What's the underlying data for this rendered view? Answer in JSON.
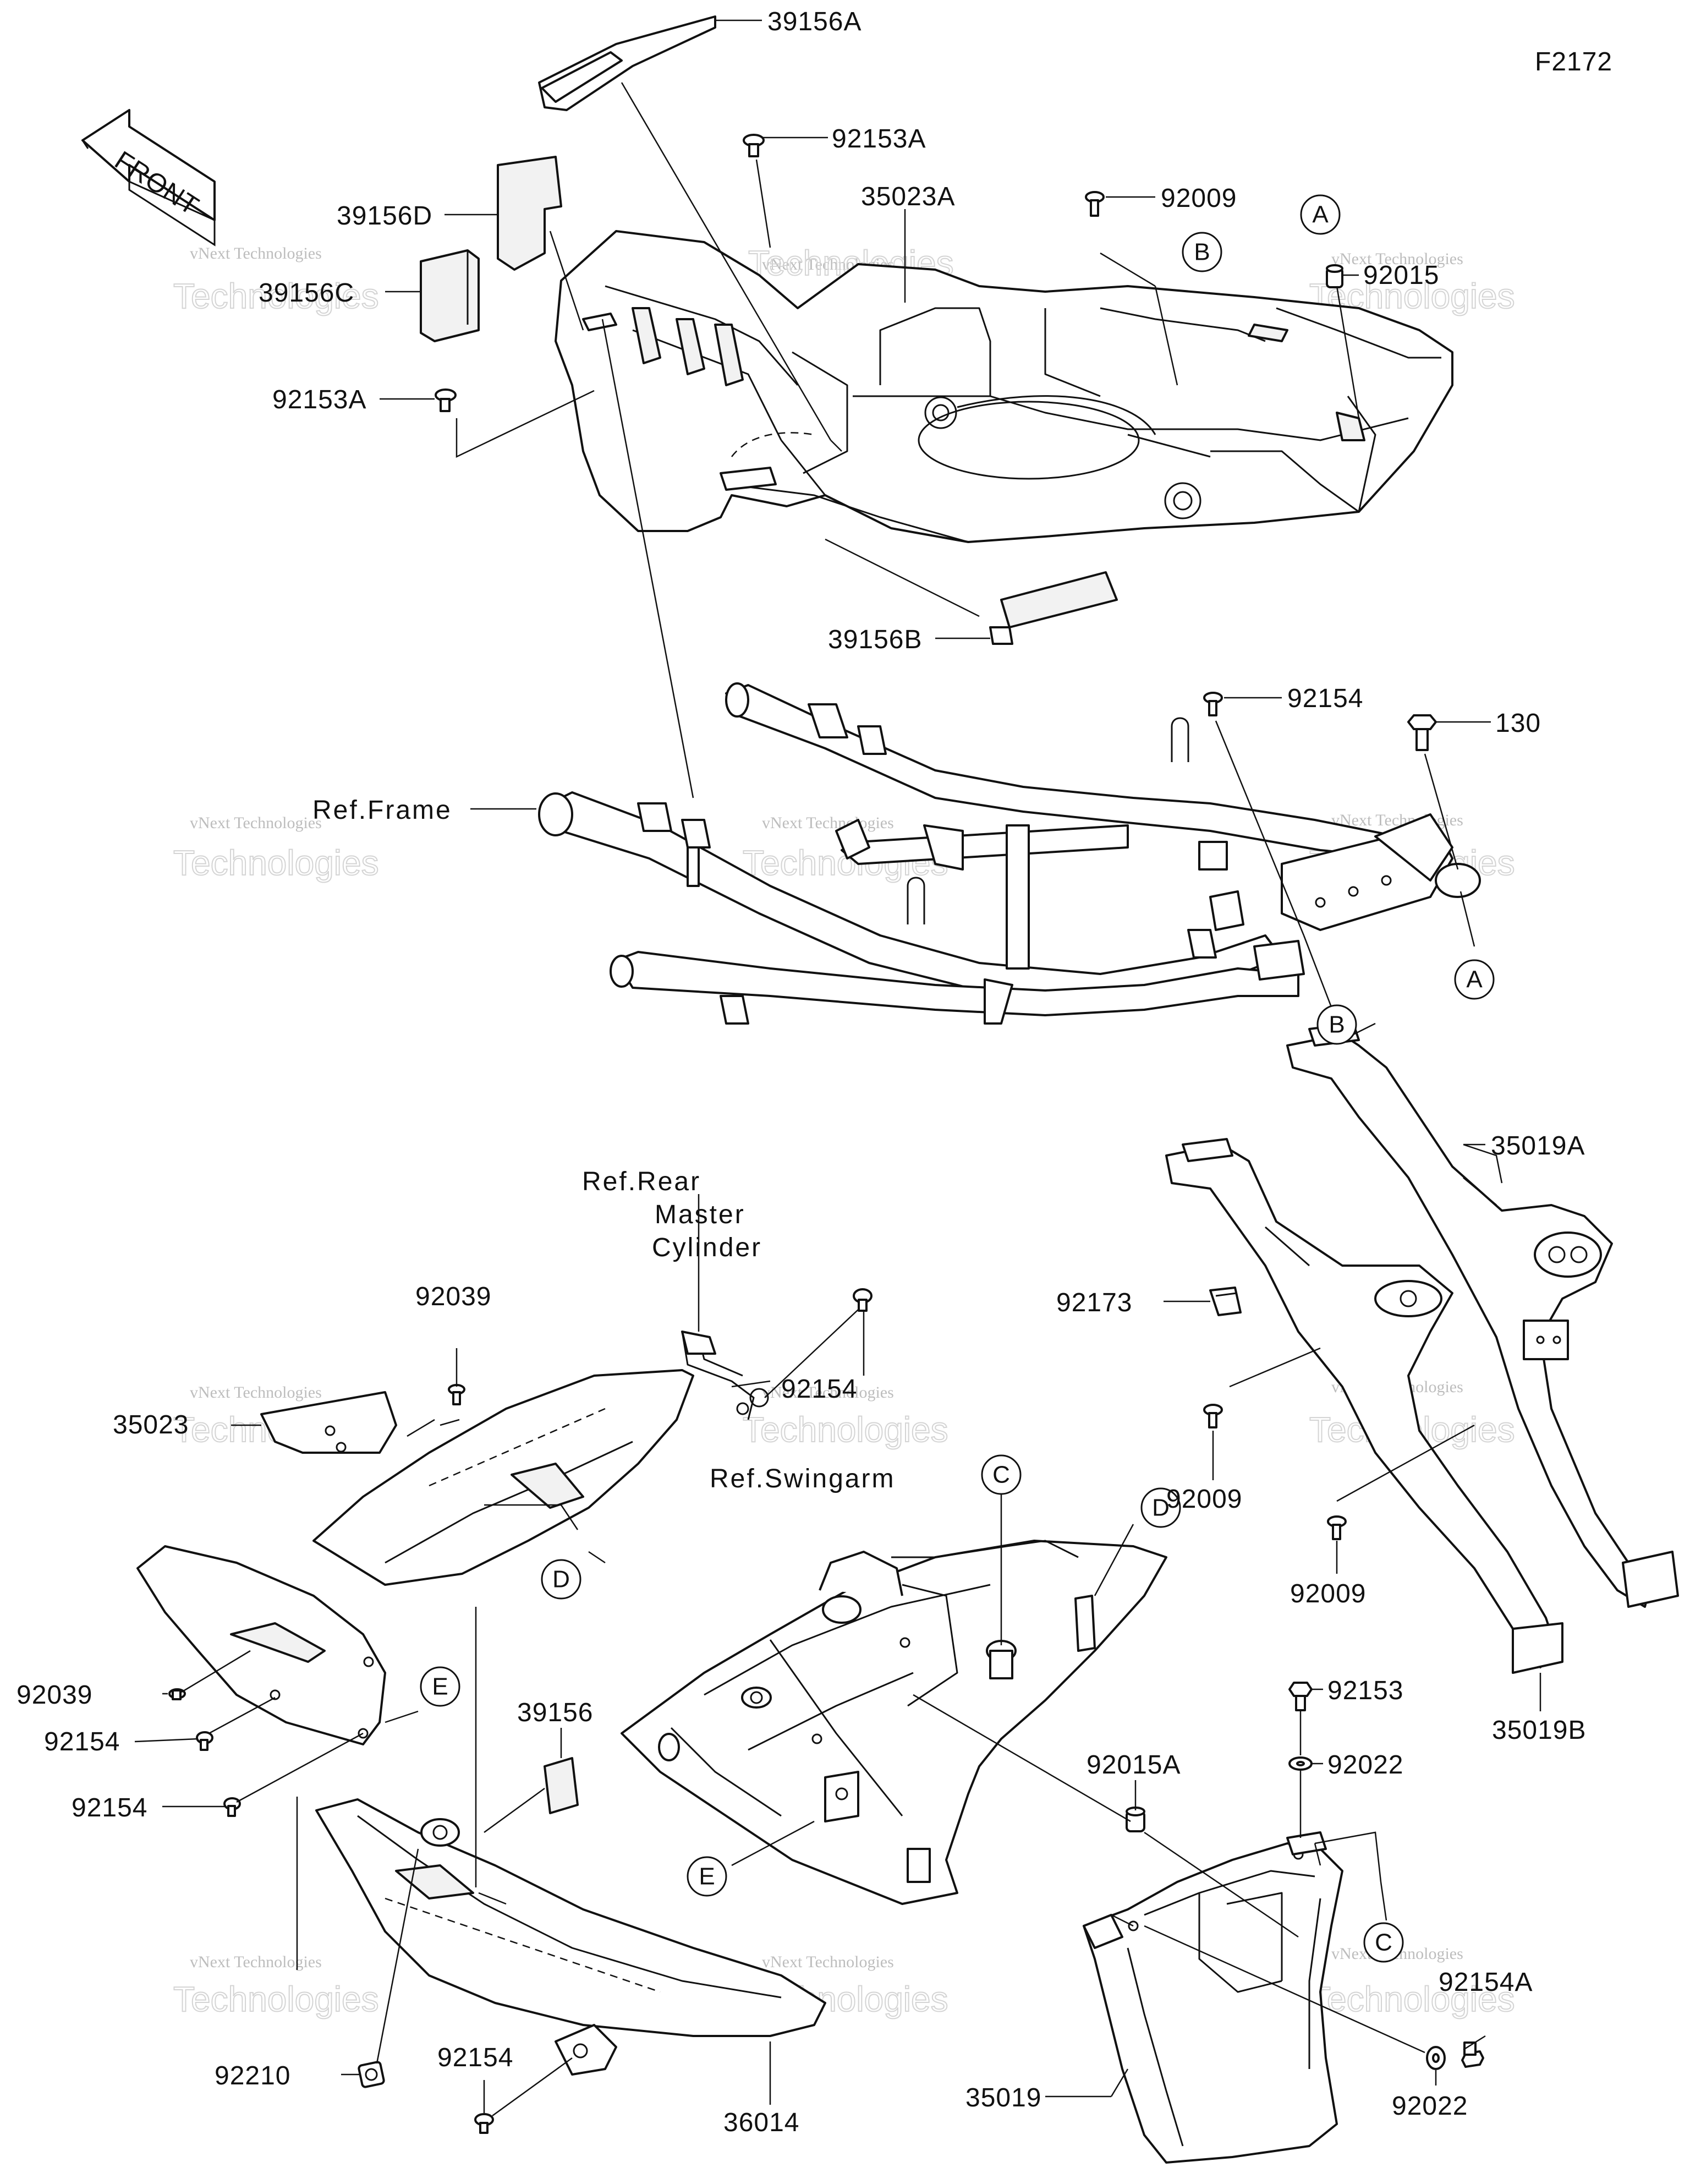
{
  "figure_code": "F2172",
  "front_label": "FRONT",
  "watermark": {
    "line1": "vNext Technologies",
    "line2": "vNext",
    "line3": "Technologies"
  },
  "part_labels": [
    {
      "id": "39156A",
      "text": "39156A"
    },
    {
      "id": "92153A-top",
      "text": "92153A"
    },
    {
      "id": "35023A",
      "text": "35023A"
    },
    {
      "id": "92009-top",
      "text": "92009"
    },
    {
      "id": "92015",
      "text": "92015"
    },
    {
      "id": "39156D",
      "text": "39156D"
    },
    {
      "id": "39156C",
      "text": "39156C"
    },
    {
      "id": "92153A-left",
      "text": "92153A"
    },
    {
      "id": "39156B",
      "text": "39156B"
    },
    {
      "id": "92154-frame",
      "text": "92154"
    },
    {
      "id": "130",
      "text": "130"
    },
    {
      "id": "35019A",
      "text": "35019A"
    },
    {
      "id": "92173",
      "text": "92173"
    },
    {
      "id": "92009-mid",
      "text": "92009"
    },
    {
      "id": "92009-low",
      "text": "92009"
    },
    {
      "id": "35019B",
      "text": "35019B"
    },
    {
      "id": "92039-top",
      "text": "92039"
    },
    {
      "id": "35023",
      "text": "35023"
    },
    {
      "id": "92154-master",
      "text": "92154"
    },
    {
      "id": "92039-left",
      "text": "92039"
    },
    {
      "id": "92154-left1",
      "text": "92154"
    },
    {
      "id": "92154-left2",
      "text": "92154"
    },
    {
      "id": "39156",
      "text": "39156"
    },
    {
      "id": "92015A",
      "text": "92015A"
    },
    {
      "id": "92153",
      "text": "92153"
    },
    {
      "id": "92022-top",
      "text": "92022"
    },
    {
      "id": "92154A",
      "text": "92154A"
    },
    {
      "id": "92022-bottom",
      "text": "92022"
    },
    {
      "id": "92210",
      "text": "92210"
    },
    {
      "id": "92154-bottom",
      "text": "92154"
    },
    {
      "id": "36014",
      "text": "36014"
    },
    {
      "id": "35019",
      "text": "35019"
    }
  ],
  "reference_labels": {
    "frame": "Ref.Frame",
    "rear_master_1": "Ref.Rear",
    "rear_master_2": "Master",
    "rear_master_3": "Cylinder",
    "swingarm": "Ref.Swingarm"
  },
  "callouts": {
    "A": "A",
    "B": "B",
    "C": "C",
    "D": "D",
    "E": "E"
  }
}
